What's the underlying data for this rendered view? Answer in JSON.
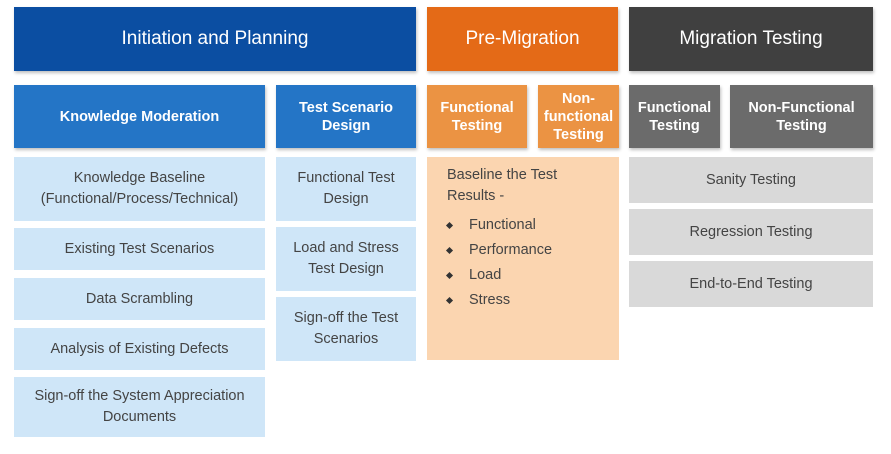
{
  "phases": {
    "initiation": {
      "title": "Initiation and Planning",
      "knowledge": {
        "title": "Knowledge Moderation",
        "items": [
          "Knowledge Baseline (Functional/Process/Technical)",
          "Existing Test Scenarios",
          "Data Scrambling",
          "Analysis of Existing Defects",
          "Sign-off the System Appreciation Documents"
        ]
      },
      "scenario": {
        "title": "Test Scenario Design",
        "items": [
          "Functional Test Design",
          "Load and Stress Test Design",
          "Sign-off the Test Scenarios"
        ]
      }
    },
    "premigration": {
      "title": "Pre-Migration",
      "sub": [
        "Functional Testing",
        "Non-functional Testing"
      ],
      "baseline_intro": "Baseline the Test Results -",
      "baseline_items": [
        "Functional",
        "Performance",
        "Load",
        "Stress"
      ]
    },
    "migration": {
      "title": "Migration Testing",
      "sub": [
        "Functional Testing",
        "Non-Functional Testing"
      ],
      "items": [
        "Sanity Testing",
        "Regression Testing",
        "End-to-End Testing"
      ]
    }
  },
  "colors": {
    "dark_blue": "#0b4ea2",
    "mid_blue": "#2475c6",
    "light_blue": "#cfe6f8",
    "orange": "#e46a17",
    "light_orange": "#eb9343",
    "peach": "#fbd5b0",
    "dark_gray": "#404040",
    "mid_gray": "#6b6b6b",
    "light_gray": "#d9d9d9"
  }
}
